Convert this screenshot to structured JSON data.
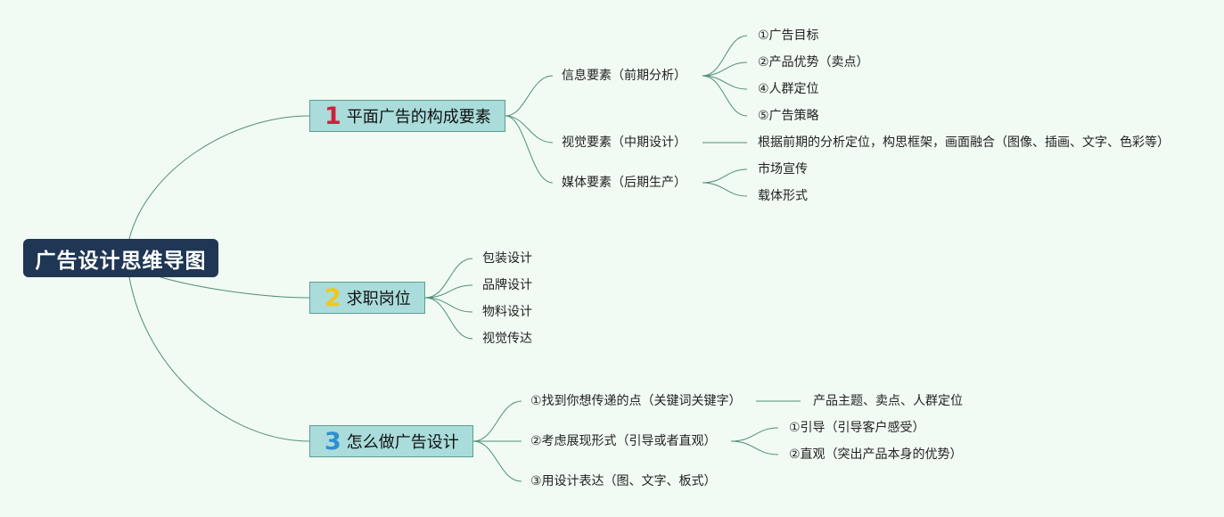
{
  "root": {
    "label": "广告设计思维导图"
  },
  "colors": {
    "root_bg": "#1f3754",
    "branch_bg": "#a9dcdb",
    "num1": "#d0213a",
    "num2": "#f1c71d",
    "num3": "#2f8fd1",
    "line": "#4f8f78"
  },
  "branches": [
    {
      "num": "1",
      "label": "平面广告的构成要素",
      "children": [
        {
          "label": "信息要素（前期分析）",
          "children": [
            "①广告目标",
            "②产品优势（卖点）",
            "④人群定位",
            "⑤广告策略"
          ]
        },
        {
          "label": "视觉要素（中期设计）",
          "children": [
            "根据前期的分析定位，构思框架，画面融合（图像、插画、文字、色彩等）"
          ]
        },
        {
          "label": "媒体要素（后期生产）",
          "children": [
            "市场宣传",
            "载体形式"
          ]
        }
      ]
    },
    {
      "num": "2",
      "label": "求职岗位",
      "children": [
        {
          "label": "包装设计"
        },
        {
          "label": "品牌设计"
        },
        {
          "label": "物料设计"
        },
        {
          "label": "视觉传达"
        }
      ]
    },
    {
      "num": "3",
      "label": "怎么做广告设计",
      "children": [
        {
          "label": "①找到你想传递的点（关键词关键字）",
          "children": [
            "产品主题、卖点、人群定位"
          ]
        },
        {
          "label": "②考虑展现形式（引导或者直观）",
          "children": [
            "①引导（引导客户感受）",
            "②直观（突出产品本身的优势）"
          ]
        },
        {
          "label": "③用设计表达（图、文字、板式）"
        }
      ]
    }
  ]
}
